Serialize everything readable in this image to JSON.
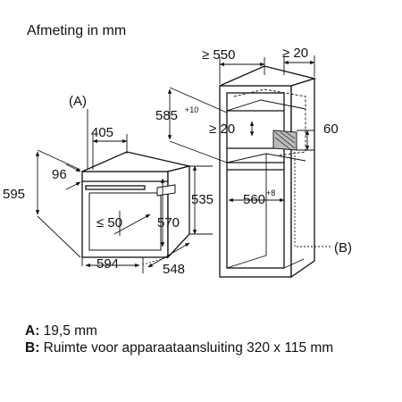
{
  "title": "Afmeting in mm",
  "oven": {
    "label_a": "(A)",
    "dim_405": "405",
    "dim_96": "96",
    "dim_595": "595",
    "dim_50": "≤ 50",
    "dim_570": "570",
    "dim_535": "535",
    "dim_594": "594",
    "dim_548": "548"
  },
  "cabinet": {
    "dim_550": "≥ 550",
    "dim_20_top": "≥ 20",
    "dim_585": "585",
    "dim_585_tol": "+10",
    "dim_20_inner": "≥ 20",
    "dim_60": "60",
    "dim_560": "560",
    "dim_560_tol": "+8",
    "label_b": "(B)"
  },
  "legend": {
    "a_key": "A:",
    "a_text": "19,5 mm",
    "b_key": "B:",
    "b_text": "Ruimte voor apparaataansluiting 320 x 115 mm"
  }
}
